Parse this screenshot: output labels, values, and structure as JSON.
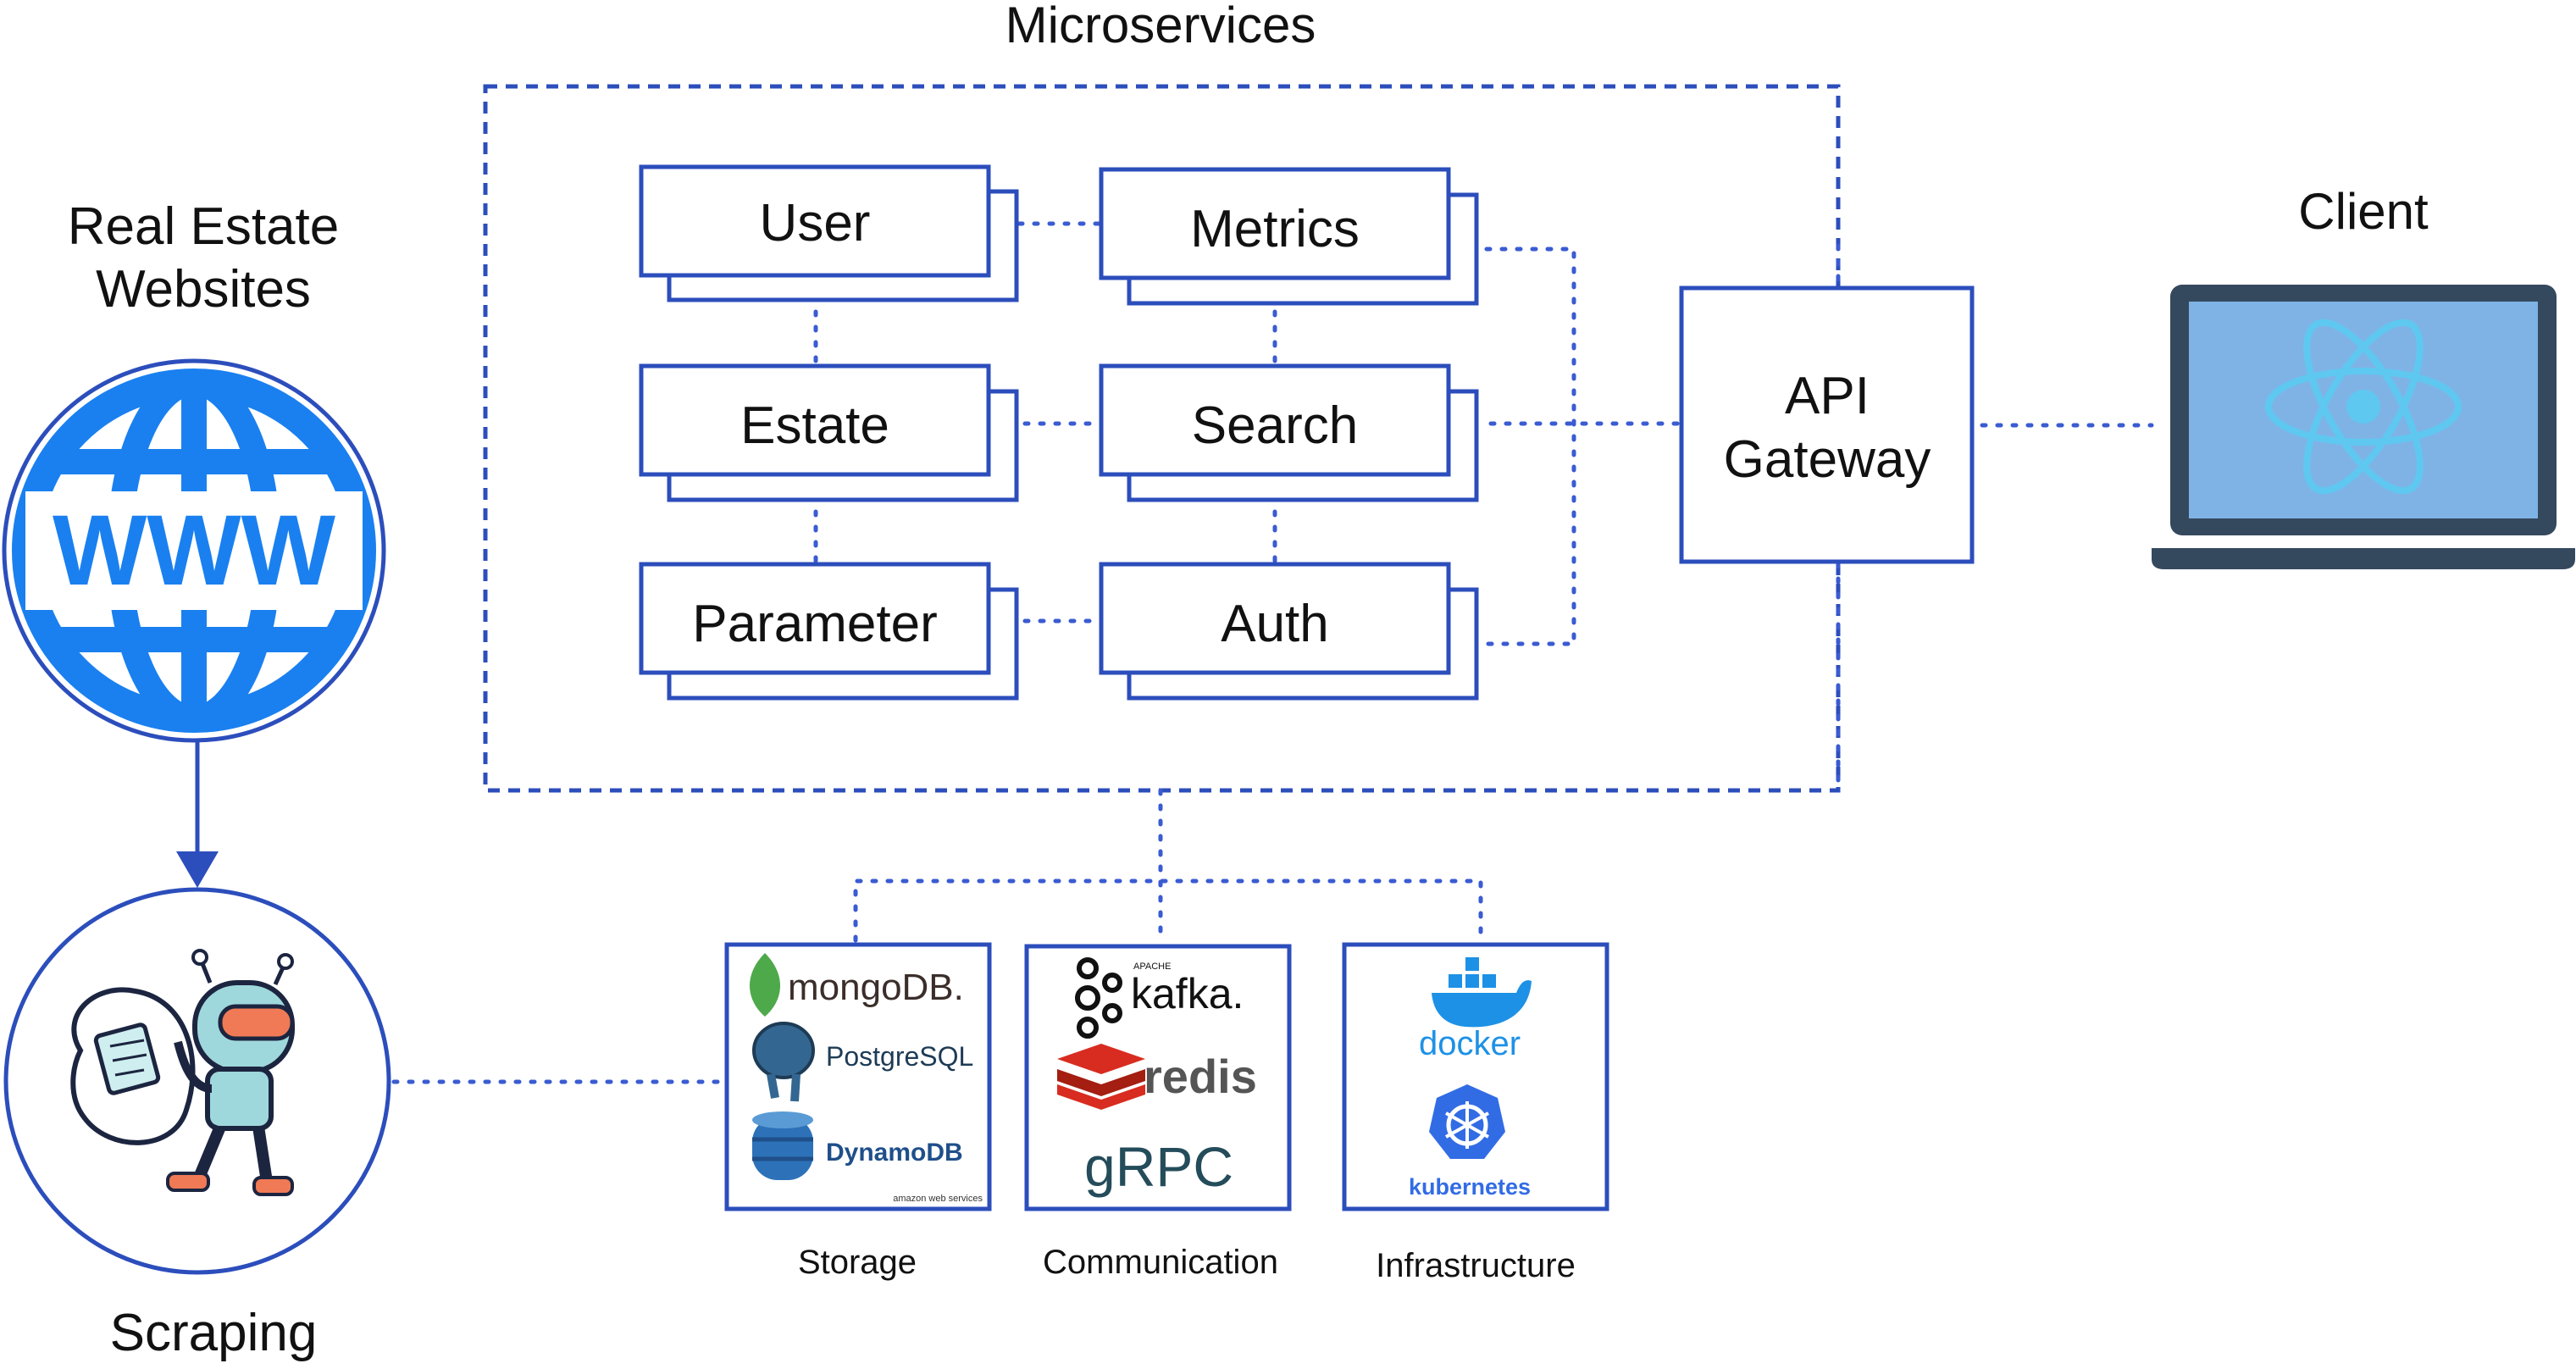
{
  "colors": {
    "frame": "#2c4ebc",
    "web_blue": "#1a80f0",
    "dotted": "#3a5bd1",
    "laptop_dark": "#35495e",
    "laptop_screen": "#7fb3e6",
    "react_blue": "#5ec8f0"
  },
  "left": {
    "title_line1": "Real Estate",
    "title_line2": "Websites",
    "www_text": "WWW",
    "scraping_label": "Scraping"
  },
  "microservices": {
    "title": "Microservices",
    "services": {
      "user": "User",
      "metrics": "Metrics",
      "estate": "Estate",
      "search": "Search",
      "parameter": "Parameter",
      "auth": "Auth"
    }
  },
  "gateway": {
    "line1": "API",
    "line2": "Gateway"
  },
  "client": {
    "label": "Client",
    "icon": "react-laptop-icon"
  },
  "tech": {
    "storage": {
      "label": "Storage",
      "mongodb": "mongoDB.",
      "postgres": "PostgreSQL",
      "dynamo": "DynamoDB",
      "aws_small": "amazon web services"
    },
    "communication": {
      "label": "Communication",
      "kafka_small": "APACHE",
      "kafka": "kafka.",
      "redis": "redis",
      "grpc": "gRPC"
    },
    "infrastructure": {
      "label": "Infrastructure",
      "docker": "docker",
      "kubernetes": "kubernetes"
    }
  }
}
